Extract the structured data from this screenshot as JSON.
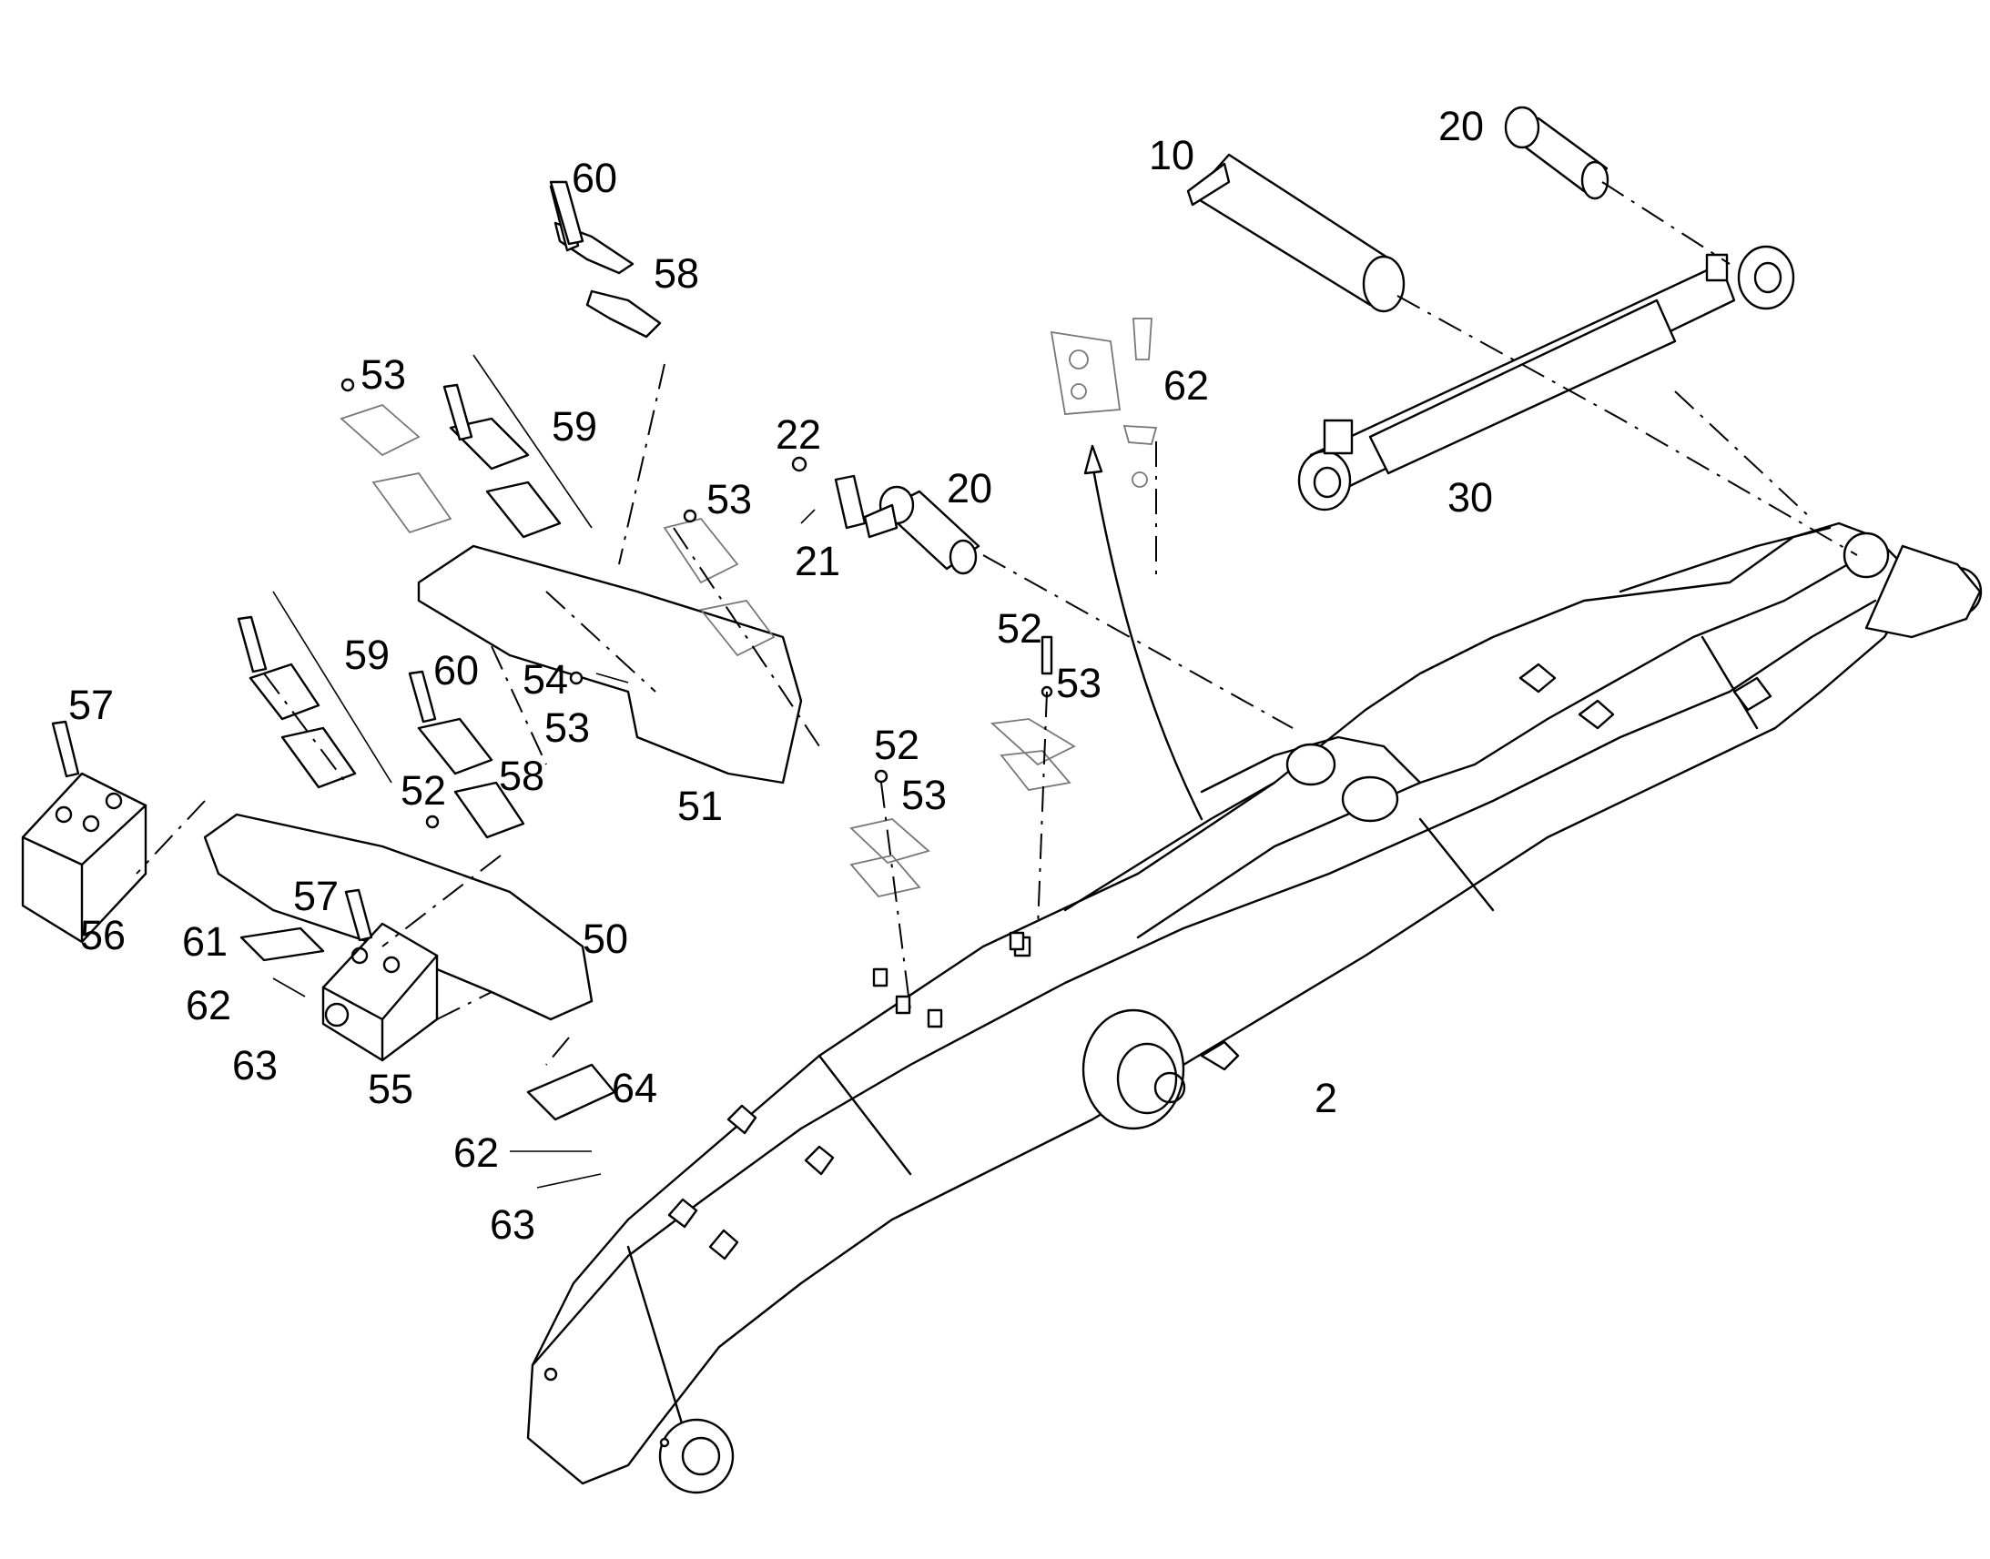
{
  "diagram": {
    "labels": [
      "60",
      "58",
      "53",
      "59",
      "53",
      "22",
      "20",
      "21",
      "10",
      "20",
      "62",
      "30",
      "52",
      "53",
      "59",
      "60",
      "54",
      "53",
      "51",
      "57",
      "52",
      "58",
      "52",
      "53",
      "56",
      "57",
      "61",
      "50",
      "62",
      "63",
      "55",
      "64",
      "62",
      "63",
      "2"
    ]
  }
}
